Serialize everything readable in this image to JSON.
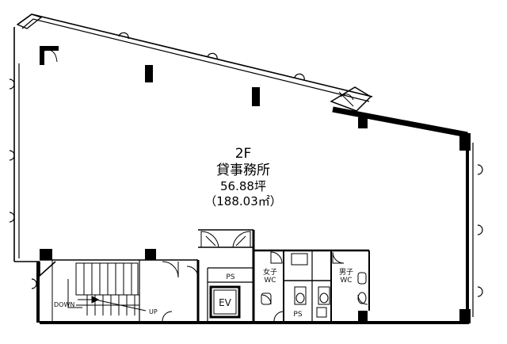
{
  "room": {
    "floor": "2F",
    "use": "貸事務所",
    "area_tsubo": "56.88坪",
    "area_sqm": "（188.03㎡）"
  },
  "labels": {
    "ps_upper": "PS",
    "ps_lower": "PS",
    "ev": "EV",
    "wc_women_top": "女子",
    "wc_women_bottom": "WC",
    "wc_men_top": "男子",
    "wc_men_bottom": "WC",
    "stair_down": "DOWN",
    "stair_up": "UP"
  }
}
